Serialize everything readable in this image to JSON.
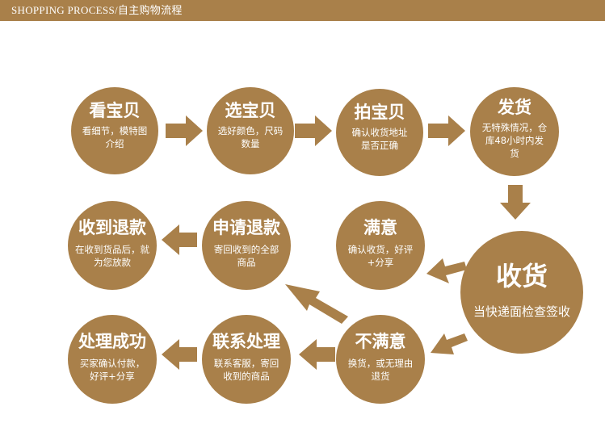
{
  "header": {
    "title": "SHOPPING  PROCESS/自主购物流程"
  },
  "steps": {
    "browse": {
      "title": "看宝贝",
      "desc": "看细节，模特图介绍"
    },
    "select": {
      "title": "选宝贝",
      "desc": "选好颜色，尺码数量"
    },
    "buy": {
      "title": "拍宝贝",
      "desc": "确认收货地址是否正确"
    },
    "ship": {
      "title": "发货",
      "desc": "无特殊情况，仓库48小时内发货"
    },
    "receive": {
      "title": "收货",
      "desc": "当快递面检查签收"
    },
    "satisfied": {
      "title": "满意",
      "desc": "确认收货，好评+分享"
    },
    "unsatisfied": {
      "title": "不满意",
      "desc": "换货，或无理由退货"
    },
    "apply_refund": {
      "title": "申请退款",
      "desc": "寄回收到的全部商品"
    },
    "refund_received": {
      "title": "收到退款",
      "desc": "在收到货品后，就为您放款"
    },
    "contact": {
      "title": "联系处理",
      "desc": "联系客服，寄回收到的商品"
    },
    "done": {
      "title": "处理成功",
      "desc": "买家确认付款，好评+分享"
    }
  },
  "colors": {
    "accent": "#a9804a",
    "text": "#ffffff"
  }
}
